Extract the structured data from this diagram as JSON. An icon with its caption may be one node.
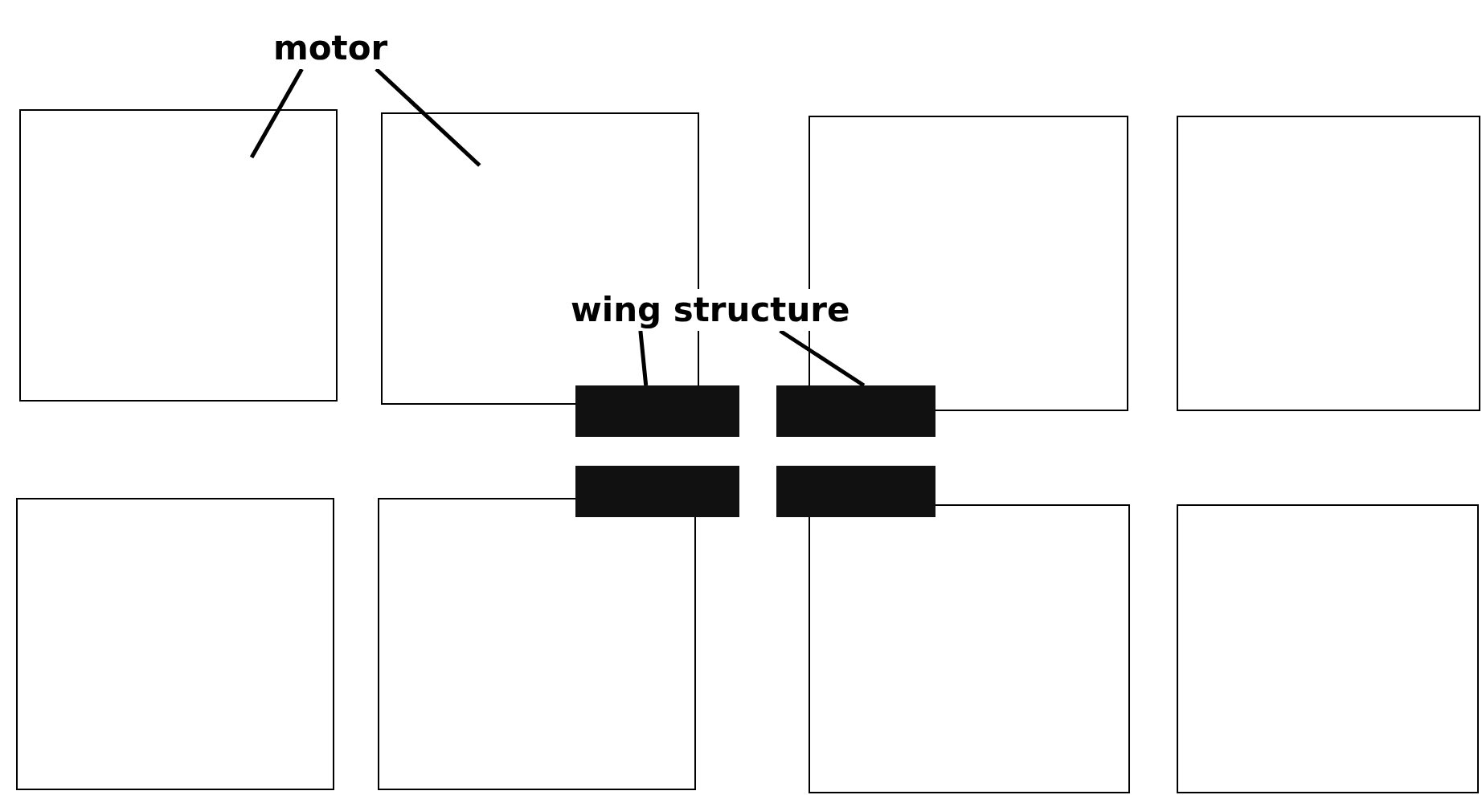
{
  "diagram": {
    "nodes": [
      {
        "text": [
          "motor"
        ]
      },
      {
        "text": [
          "wing structure"
        ]
      },
      {
        "text": [],
        "shape": "box"
      },
      {
        "text": [],
        "shape": "box"
      },
      {
        "text": [],
        "shape": "box"
      },
      {
        "text": [],
        "shape": "box"
      },
      {
        "text": [],
        "shape": "bar"
      },
      {
        "text": [],
        "shape": "bar"
      },
      {
        "text": [],
        "shape": "bar"
      },
      {
        "text": [],
        "shape": "bar"
      },
      {
        "text": [],
        "shape": "box"
      },
      {
        "text": [],
        "shape": "box"
      },
      {
        "text": [],
        "shape": "box"
      },
      {
        "text": [],
        "shape": "box"
      }
    ],
    "edges": [
      {
        "from": 0,
        "to": 2,
        "arrow": "none"
      },
      {
        "from": 0,
        "to": 3,
        "arrow": "none"
      },
      {
        "from": 1,
        "to": 6,
        "arrow": "none"
      },
      {
        "from": 1,
        "to": 7,
        "arrow": "none"
      }
    ]
  }
}
